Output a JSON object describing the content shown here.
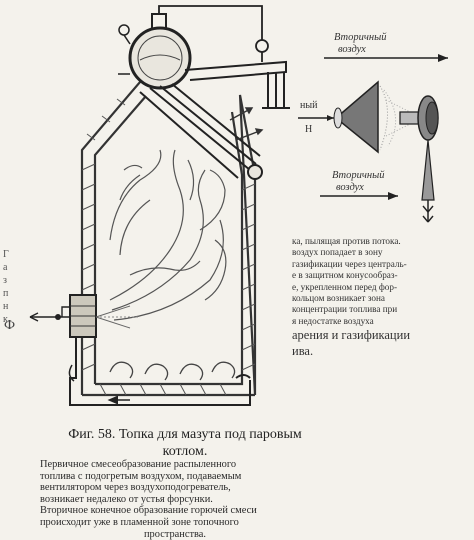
{
  "figure": {
    "labels": {
      "secondary_air": "Вторичный",
      "air": "воздух",
      "secondary_air_bottom": "Вторичный",
      "air_bottom": "воздух",
      "primary_partial": "ный",
      "n_partial": "Н"
    }
  },
  "margin": {
    "letters": [
      "Г",
      "а",
      "з",
      "п",
      "н",
      "к"
    ],
    "symbol": "Ф"
  },
  "right_text": {
    "lines": [
      "ка, пылящая против потока.",
      "воздух попадает в зону",
      "газификации через централь-",
      "е в защитном конусообраз-",
      "е, укрепленном перед фор-",
      "кольцом возникает зона",
      "концентрации топлива при",
      "я недостатке воздуха"
    ],
    "big_lines": [
      "арения и газификации",
      "ива."
    ]
  },
  "caption": {
    "title": "Фиг. 58. Топка для мазута под паровым",
    "title2": "котлом."
  },
  "description": {
    "lines": [
      "Первичное смесеобразование распыленного",
      "топлива с подогретым воздухом, подаваемым",
      "вентилятором через воздухоподогреватель,",
      "возникает недалеко от устья форсунки.",
      "Вторичное конечное образование горючей смеси",
      "происходит уже в пламенной зоне топочного"
    ],
    "last_line": "пространства."
  }
}
